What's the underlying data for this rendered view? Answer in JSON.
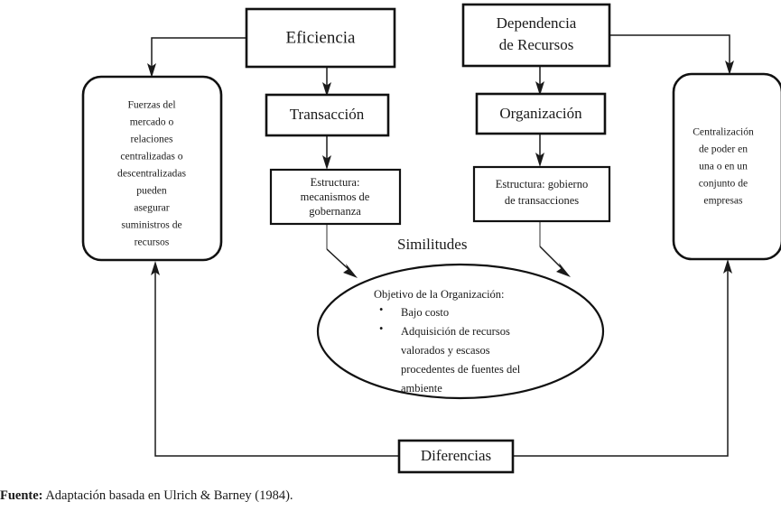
{
  "figure": {
    "nodes": {
      "eficiencia": {
        "label": "Eficiencia"
      },
      "dependencia": {
        "line1": "Dependencia",
        "line2": "de Recursos"
      },
      "transaccion": {
        "label": "Transacción"
      },
      "organizacion": {
        "label": "Organización"
      },
      "estructura_gobernanza": {
        "line1": "Estructura:",
        "line2": "mecanismos de",
        "line3": "gobernanza"
      },
      "estructura_transacciones": {
        "line1": "Estructura: gobierno",
        "line2": "de transacciones"
      },
      "fuerzas_mercado": {
        "lines": [
          "Fuerzas del",
          "mercado o",
          "relaciones",
          "centralizadas o",
          "descentralizadas",
          "pueden",
          "asegurar",
          "suministros de",
          "recursos"
        ]
      },
      "centralizacion_poder": {
        "lines": [
          "Centralización",
          "de poder en",
          "una o en un",
          "conjunto de",
          "empresas"
        ]
      },
      "similitudes": {
        "label": "Similitudes"
      },
      "objetivo_ellipse": {
        "heading": "Objetivo de la Organización:",
        "bullet_glyph": "•",
        "bullets": [
          {
            "lines": [
              "Bajo costo"
            ]
          },
          {
            "lines": [
              "Adquisición de recursos",
              "valorados y escasos",
              "procedentes de fuentes del",
              "ambiente"
            ]
          }
        ]
      },
      "diferencias": {
        "label": "Diferencias"
      }
    },
    "source": {
      "label": "Fuente:",
      "text": " Adaptación basada en Ulrich & Barney (1984)."
    },
    "colors": {
      "stroke": "#111111",
      "text": "#1a1a1a",
      "connector": "#1a1a1a",
      "connector_gray": "#7d7d7d",
      "background": "#ffffff"
    }
  }
}
